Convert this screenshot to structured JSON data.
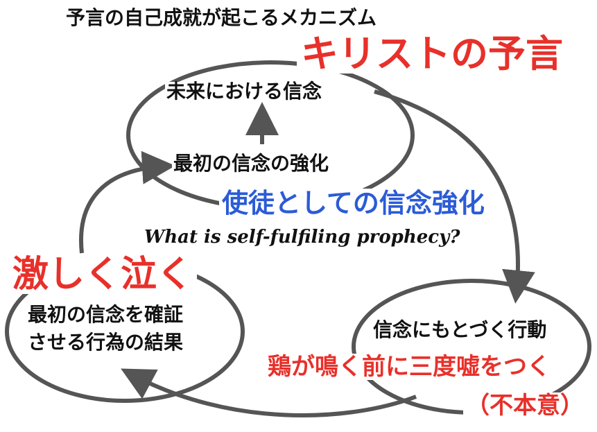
{
  "title": "予言の自己成就が起こるメカニズム",
  "overlay_title": "キリストの予言",
  "nodes": {
    "future_belief": "未来における信念",
    "initial_strengthen": "最初の信念の強化",
    "action": "信念にもとづく行動",
    "result_line1": "最初の信念を確証",
    "result_line2": "させる行為の結果"
  },
  "annotations": {
    "apostle": "使徒としての信念強化",
    "cry": "激しく泣く",
    "denial": "鶏が鳴く前に三度嘘をつく",
    "unwilling": "（不本意）"
  },
  "subtitle": "What is self-fulfiling prophecy?",
  "colors": {
    "ink": "#111111",
    "stroke": "#555555",
    "red": "#e8302a",
    "blue": "#2b5bd6"
  }
}
